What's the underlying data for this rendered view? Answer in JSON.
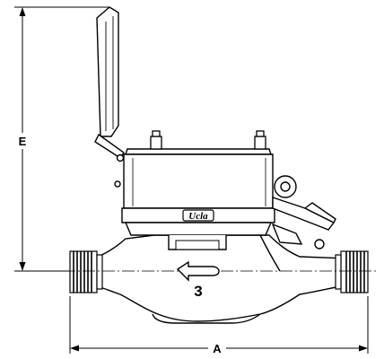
{
  "dimensions": {
    "height_label": "E",
    "length_label": "A"
  },
  "meter": {
    "brand_mark": "Ucla",
    "size_mark": "3"
  },
  "colors": {
    "ink": "#000000",
    "background": "#ffffff"
  }
}
